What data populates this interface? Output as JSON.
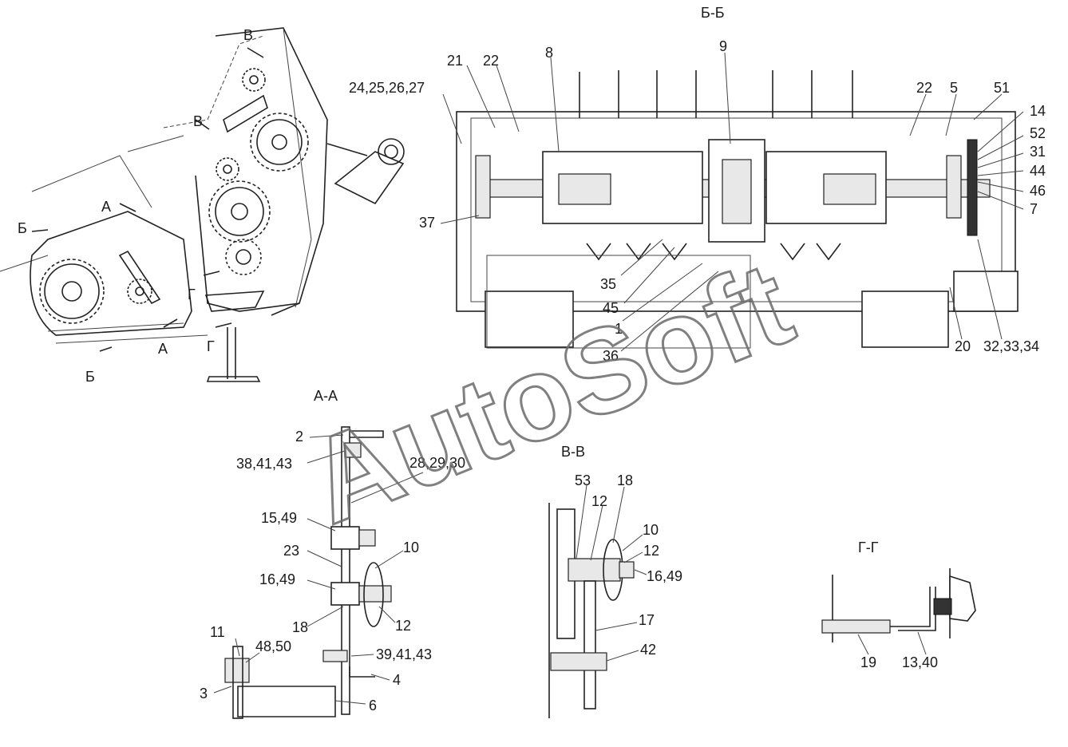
{
  "watermark": "AutoSoft",
  "sections": {
    "bb": "Б-Б",
    "aa": "А-А",
    "vv": "В-В",
    "gg": "Г-Г"
  },
  "side_view_marks": {
    "b_top": "В",
    "b_mid": "В",
    "a_left": "А",
    "a_bottom": "А",
    "be_left": "Б",
    "be_bottom": "Б",
    "g_mid": "Г",
    "g_bottom": "Г"
  },
  "callouts_bb": [
    "21",
    "22",
    "8",
    "9",
    "22",
    "5",
    "51",
    "24,25,26,27",
    "14",
    "52",
    "31",
    "44",
    "46",
    "7",
    "37",
    "35",
    "45",
    "1",
    "36",
    "20",
    "32,33,34"
  ],
  "callouts_aa": [
    "2",
    "38,41,43",
    "28,29,30",
    "15,49",
    "23",
    "10",
    "16,49",
    "18",
    "12",
    "11",
    "48,50",
    "39,41,43",
    "4",
    "3",
    "6"
  ],
  "callouts_vv": [
    "53",
    "18",
    "12",
    "10",
    "12",
    "16,49",
    "17",
    "42"
  ],
  "callouts_gg": [
    "19",
    "13,40"
  ]
}
